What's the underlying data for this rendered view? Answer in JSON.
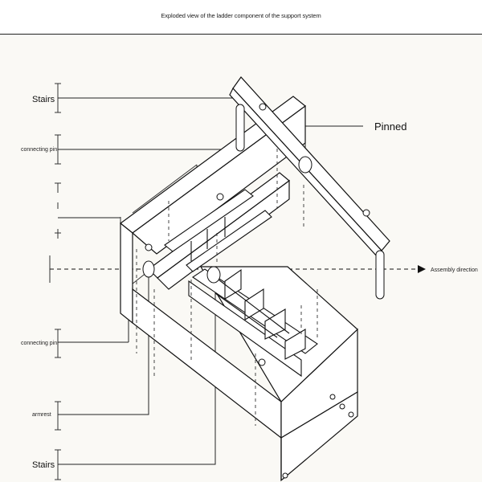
{
  "header": {
    "title": "Exploded view of the ladder component of the support system"
  },
  "labels": {
    "stairs_top": "Stairs",
    "connecting_pin_top": "connecting pin",
    "pinned": "Pinned",
    "assembly_direction": "Assembly direction",
    "connecting_pin_bottom": "connecting pin",
    "armrest": "armrest",
    "stairs_bottom": "Stairs"
  }
}
